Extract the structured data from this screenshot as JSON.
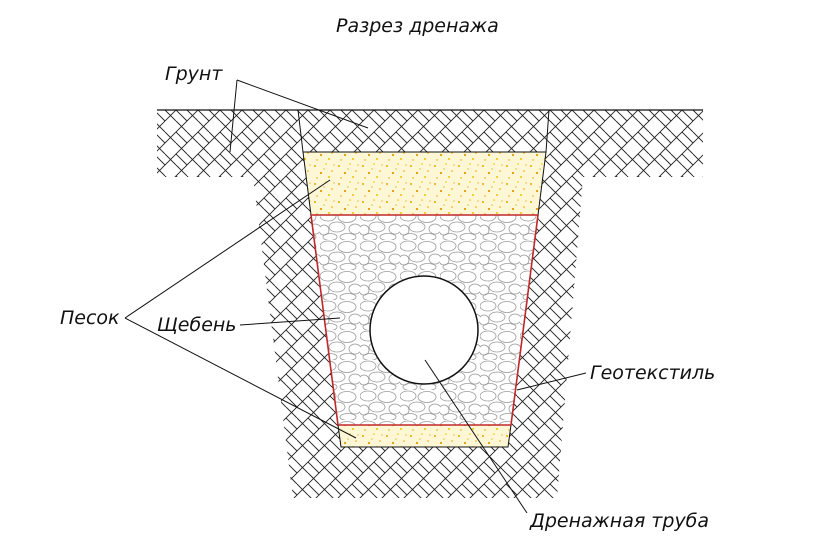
{
  "title": "Разрез дренажа",
  "labels": {
    "soil": "Грунт",
    "sand": "Песок",
    "gravel": "Щебень",
    "geotextile": "Геотекстиль",
    "pipe": "Дренажная труба"
  },
  "colors": {
    "line": "#111111",
    "sand_fill": "#fdf7d6",
    "sand_dots": "#f0a500",
    "gravel_stroke": "#9a9a9a",
    "geotextile": "#c0282a"
  }
}
